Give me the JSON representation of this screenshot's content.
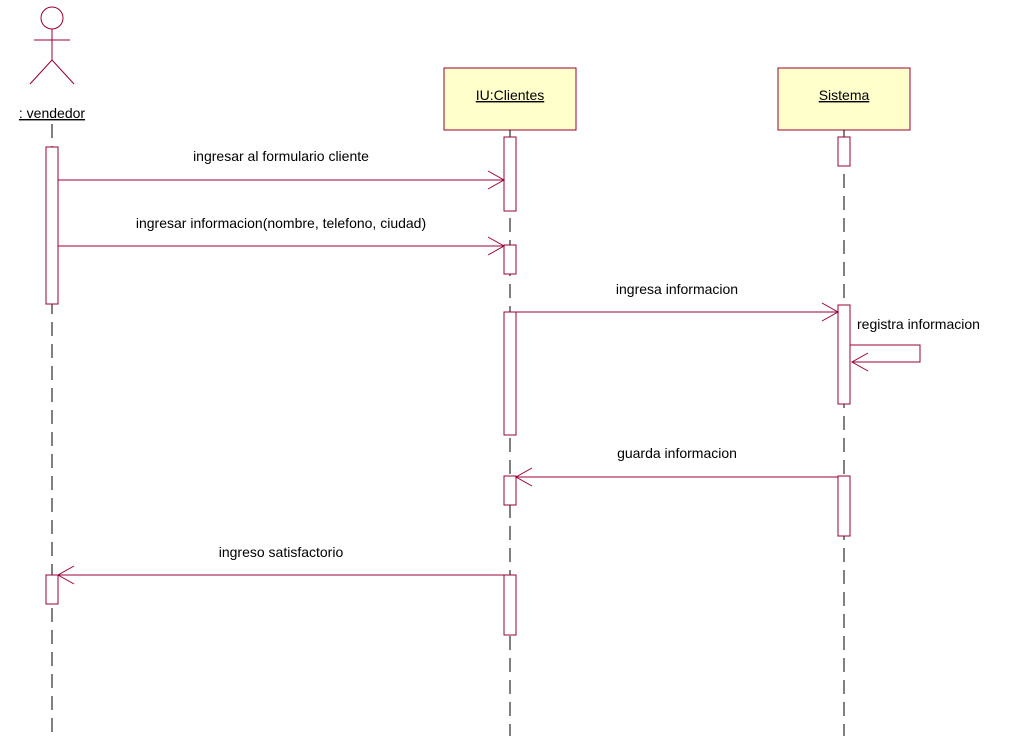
{
  "participants": {
    "actor": {
      "name": ": vendedor"
    },
    "ui": {
      "name": "IU:Clientes"
    },
    "system": {
      "name": "Sistema"
    }
  },
  "messages": [
    {
      "label": "ingresar al formulario cliente",
      "from": "actor",
      "to": "ui"
    },
    {
      "label": "ingresar informacion(nombre, telefono, ciudad)",
      "from": "actor",
      "to": "ui"
    },
    {
      "label": "ingresa informacion",
      "from": "ui",
      "to": "system"
    },
    {
      "label": "registra informacion",
      "from": "system",
      "to": "system"
    },
    {
      "label": "guarda informacion",
      "from": "system",
      "to": "ui"
    },
    {
      "label": "ingreso satisfactorio",
      "from": "ui",
      "to": "actor"
    }
  ],
  "colors": {
    "line": "#990033",
    "object_fill": "#ffffcc",
    "lifeline": "#000000"
  }
}
